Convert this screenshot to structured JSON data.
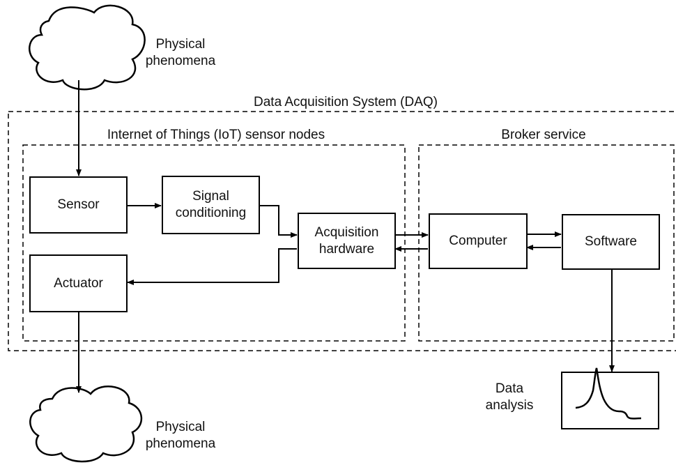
{
  "diagram": {
    "top_phenomena": "Physical\nphenomena",
    "bottom_phenomena": "Physical\nphenomena",
    "daq_title": "Data Acquisition System (DAQ)",
    "iot_title": "Internet of Things (IoT) sensor nodes",
    "broker_title": "Broker service",
    "nodes": {
      "sensor": "Sensor",
      "signal": "Signal\nconditioning",
      "acq": "Acquisition\nhardware",
      "actuator": "Actuator",
      "computer": "Computer",
      "software": "Software"
    },
    "data_analysis": "Data\nanalysis"
  }
}
